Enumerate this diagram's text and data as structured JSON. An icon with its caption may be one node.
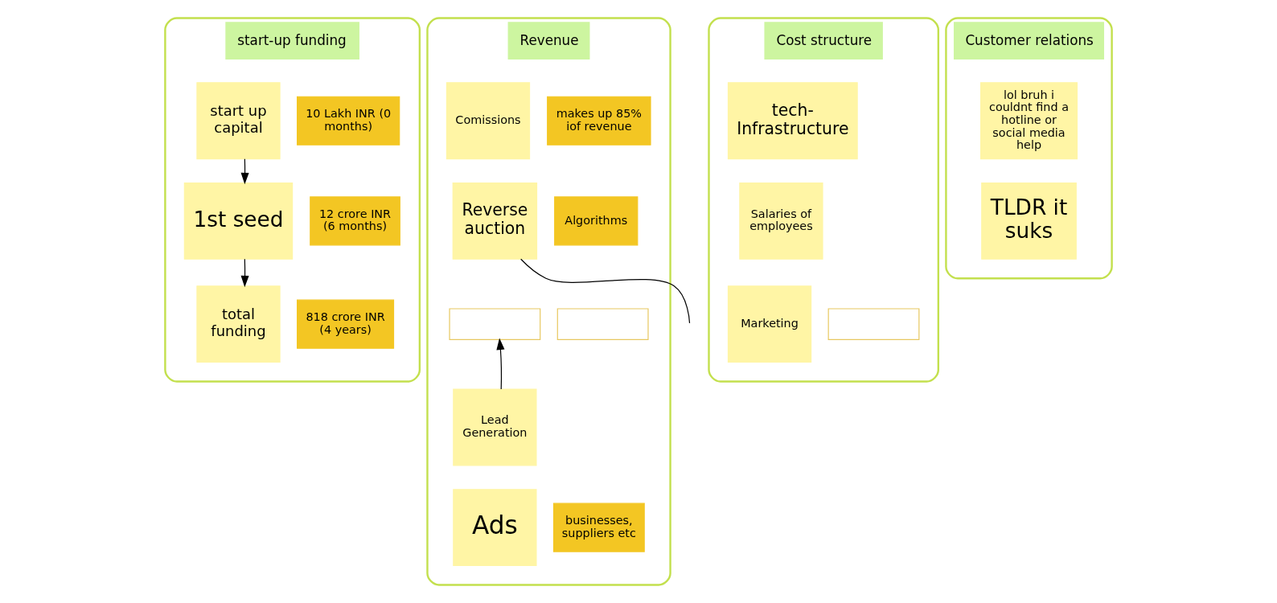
{
  "diagram": {
    "nodes": [
      {
        "text": [
          "start-up funding"
        ]
      },
      {
        "text": [
          "start up capital"
        ],
        "in": 0
      },
      {
        "text": [
          "10 Lakh INR (0 months)"
        ],
        "in": 0
      },
      {
        "text": [
          "1st seed"
        ],
        "in": 0
      },
      {
        "text": [
          "12 crore INR (6 months)"
        ],
        "in": 0
      },
      {
        "text": [
          "total funding"
        ],
        "in": 0
      },
      {
        "text": [
          "818 crore INR (4 years)"
        ],
        "in": 0
      },
      {
        "text": [
          "Revenue"
        ]
      },
      {
        "text": [
          "Comissions"
        ],
        "in": 7
      },
      {
        "text": [
          "makes up 85% iof revenue"
        ],
        "in": 7
      },
      {
        "text": [
          "Reverse auction"
        ],
        "in": 7
      },
      {
        "text": [
          "Algorithms"
        ],
        "in": 7
      },
      {
        "text": [],
        "shape": "box",
        "in": 7
      },
      {
        "text": [],
        "shape": "box",
        "in": 7
      },
      {
        "text": [
          "Lead Generation"
        ],
        "in": 7
      },
      {
        "text": [
          "Ads"
        ],
        "in": 7
      },
      {
        "text": [
          "businesses, suppliers etc"
        ],
        "in": 7
      },
      {
        "text": [
          "Cost structure"
        ]
      },
      {
        "text": [
          "tech- Infrastructure"
        ],
        "in": 17
      },
      {
        "text": [
          "Salaries of employees"
        ],
        "in": 17
      },
      {
        "text": [
          "Marketing"
        ],
        "in": 17
      },
      {
        "text": [],
        "shape": "box",
        "in": 17
      },
      {
        "text": [
          "Customer relations"
        ]
      },
      {
        "text": [
          "lol bruh i couldnt find a hotline or social media help"
        ],
        "in": 22
      },
      {
        "text": [
          "TLDR it suks"
        ],
        "in": 22
      }
    ],
    "edges": [
      {
        "from": 1,
        "to": 3,
        "arrow": "to"
      },
      {
        "from": 3,
        "to": 5,
        "arrow": "to"
      },
      {
        "from": 14,
        "to": 12,
        "arrow": "to"
      },
      {
        "from": 10,
        "to": null,
        "arrow": "none"
      }
    ]
  }
}
